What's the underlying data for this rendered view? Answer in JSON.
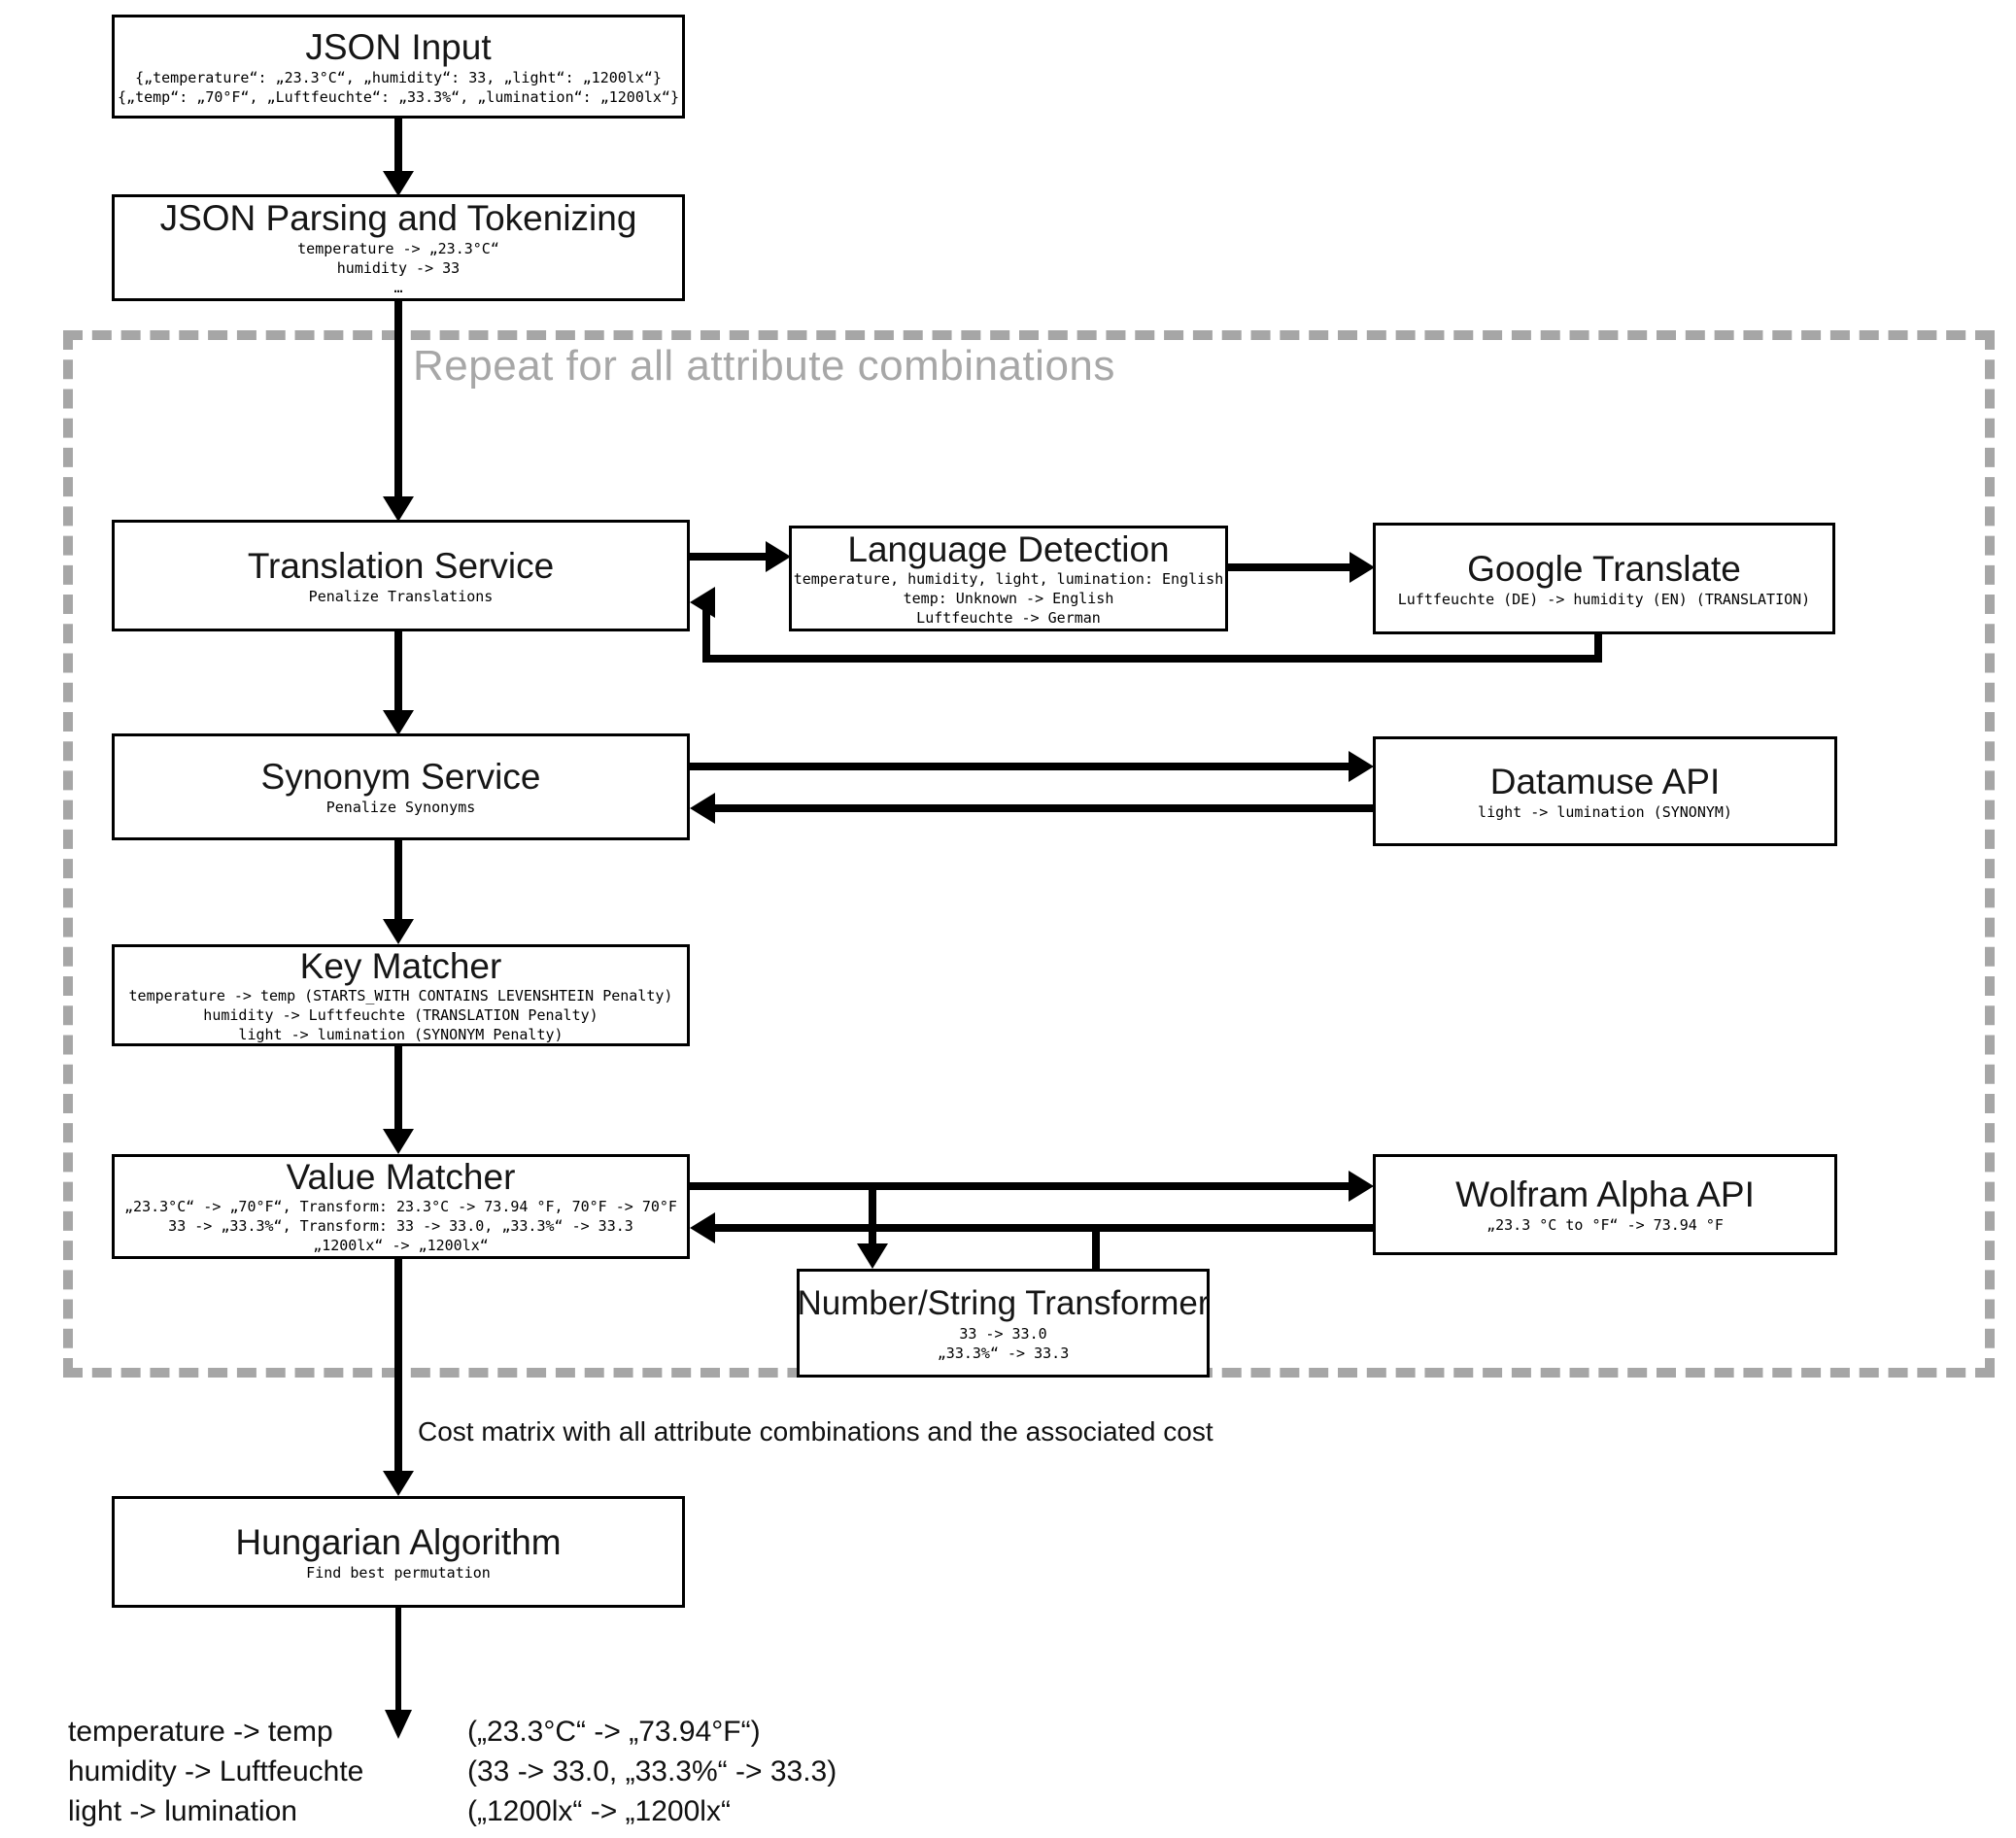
{
  "boxes": {
    "json_input": {
      "title": "JSON Input",
      "lines": [
        "{„temperature“: „23.3°C“, „humidity“: 33, „light“: „1200lx“}",
        "{„temp“: „70°F“, „Luftfeuchte“: „33.3%“, „lumination“: „1200lx“}"
      ]
    },
    "json_parsing": {
      "title": "JSON Parsing and Tokenizing",
      "lines": [
        "temperature -> „23.3°C“",
        "humidity -> 33",
        "…"
      ]
    },
    "translation_service": {
      "title": "Translation Service",
      "lines": [
        "Penalize Translations"
      ]
    },
    "language_detection": {
      "title": "Language Detection",
      "lines": [
        "temperature, humidity, light, lumination: English",
        "temp: Unknown -> English",
        "Luftfeuchte -> German"
      ]
    },
    "google_translate": {
      "title": "Google Translate",
      "lines": [
        "Luftfeuchte (DE) -> humidity (EN) (TRANSLATION)"
      ]
    },
    "synonym_service": {
      "title": "Synonym Service",
      "lines": [
        "Penalize Synonyms"
      ]
    },
    "datamuse_api": {
      "title": "Datamuse API",
      "lines": [
        "light -> lumination (SYNONYM)"
      ]
    },
    "key_matcher": {
      "title": "Key Matcher",
      "lines": [
        "temperature -> temp (STARTS_WITH CONTAINS LEVENSHTEIN Penalty)",
        "humidity -> Luftfeuchte (TRANSLATION Penalty)",
        "light -> lumination (SYNONYM Penalty)"
      ]
    },
    "value_matcher": {
      "title": "Value Matcher",
      "lines": [
        "„23.3°C“ -> „70°F“, Transform: 23.3°C -> 73.94 °F, 70°F -> 70°F",
        "33 -> „33.3%“, Transform: 33 -> 33.0, „33.3%“ -> 33.3",
        "„1200lx“ -> „1200lx“"
      ]
    },
    "wolfram_alpha": {
      "title": "Wolfram Alpha API",
      "lines": [
        "„23.3 °C to °F“ -> 73.94 °F"
      ]
    },
    "number_string_transformer": {
      "title": "Number/String Transformer",
      "lines": [
        "33 -> 33.0",
        "„33.3%“ -> 33.3"
      ]
    },
    "hungarian_algorithm": {
      "title": "Hungarian Algorithm",
      "lines": [
        "Find best permutation"
      ]
    }
  },
  "repeat_label": "Repeat for all attribute combinations",
  "cost_matrix_label": "Cost matrix with all attribute combinations and the associated cost",
  "output_rows": [
    {
      "left": "temperature -> temp",
      "right": "(„23.3°C“ -> „73.94°F“)"
    },
    {
      "left": "humidity -> Luftfeuchte",
      "right": "(33 -> 33.0, „33.3%“ -> 33.3)"
    },
    {
      "left": "light -> lumination",
      "right": "(„1200lx“ -> „1200lx“"
    }
  ],
  "colors": {
    "background": "#ffffff",
    "box_border": "#000000",
    "dashed_border": "#a6a6a6",
    "repeat_label": "#a7a7a7",
    "text": "#111111"
  }
}
